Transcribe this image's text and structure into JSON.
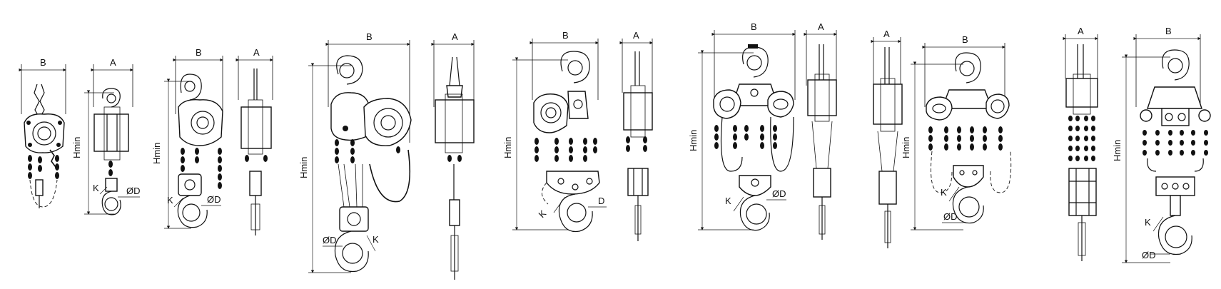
{
  "labels": {
    "width_b": "B",
    "width_a": "A",
    "height_min": "Hmin",
    "hook_k": "K",
    "hook_diameter": "ØD",
    "hook_d": "D"
  }
}
